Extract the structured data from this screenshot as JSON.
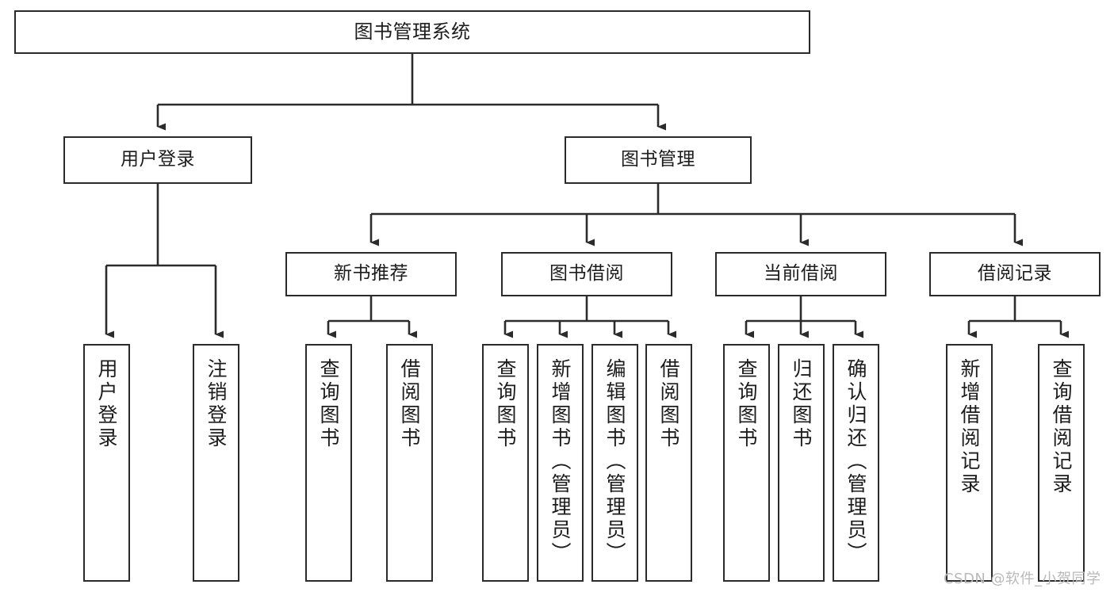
{
  "diagram": {
    "type": "tree-hierarchy-chart",
    "title": "图书管理系统",
    "orientation": "top-down",
    "colors": {
      "node_border": "#2b2b2b",
      "node_fill": "#ffffff",
      "edge": "#2b2b2b",
      "text": "#1c1c1c",
      "background": "#ffffff",
      "watermark": "#b9b9b9"
    }
  },
  "nodes": {
    "root": {
      "id": "root",
      "label": "图书管理系统",
      "level": 0,
      "text_direction": "horizontal"
    },
    "level1": [
      {
        "id": "user-login",
        "label": "用户登录",
        "level": 1,
        "text_direction": "horizontal"
      },
      {
        "id": "book-management",
        "label": "图书管理",
        "level": 1,
        "text_direction": "horizontal"
      }
    ],
    "level2": [
      {
        "id": "new-book-recommend",
        "label": "新书推荐",
        "level": 2,
        "parent": "book-management",
        "text_direction": "horizontal"
      },
      {
        "id": "book-borrow",
        "label": "图书借阅",
        "level": 2,
        "parent": "book-management",
        "text_direction": "horizontal"
      },
      {
        "id": "current-borrow",
        "label": "当前借阅",
        "level": 2,
        "parent": "book-management",
        "text_direction": "horizontal"
      },
      {
        "id": "borrow-record",
        "label": "借阅记录",
        "level": 2,
        "parent": "book-management",
        "text_direction": "horizontal"
      }
    ],
    "leaves": [
      {
        "id": "leaf-user-login",
        "label": "用户登录",
        "parent": "user-login",
        "text_direction": "vertical"
      },
      {
        "id": "leaf-logout",
        "label": "注销登录",
        "parent": "user-login",
        "text_direction": "vertical"
      },
      {
        "id": "leaf-query-book-rec",
        "label": "查询图书",
        "parent": "new-book-recommend",
        "text_direction": "vertical"
      },
      {
        "id": "leaf-borrow-book-rec",
        "label": "借阅图书",
        "parent": "new-book-recommend",
        "text_direction": "vertical"
      },
      {
        "id": "leaf-query-book-borrow",
        "label": "查询图书",
        "parent": "book-borrow",
        "text_direction": "vertical"
      },
      {
        "id": "leaf-add-book-admin",
        "label": "新增图书（管理员）",
        "parent": "book-borrow",
        "text_direction": "vertical"
      },
      {
        "id": "leaf-edit-book-admin",
        "label": "编辑图书（管理员）",
        "parent": "book-borrow",
        "text_direction": "vertical"
      },
      {
        "id": "leaf-borrow-book",
        "label": "借阅图书",
        "parent": "book-borrow",
        "text_direction": "vertical"
      },
      {
        "id": "leaf-query-book-current",
        "label": "查询图书",
        "parent": "current-borrow",
        "text_direction": "vertical"
      },
      {
        "id": "leaf-return-book",
        "label": "归还图书",
        "parent": "current-borrow",
        "text_direction": "vertical"
      },
      {
        "id": "leaf-confirm-return-admin",
        "label": "确认归还（管理员）",
        "parent": "current-borrow",
        "text_direction": "vertical"
      },
      {
        "id": "leaf-add-borrow-record",
        "label": "新增借阅记录",
        "parent": "borrow-record",
        "text_direction": "vertical"
      },
      {
        "id": "leaf-query-borrow-record",
        "label": "查询借阅记录",
        "parent": "borrow-record",
        "text_direction": "vertical"
      }
    ]
  },
  "watermark": {
    "text": "CSDN @软件_小贺同学"
  }
}
